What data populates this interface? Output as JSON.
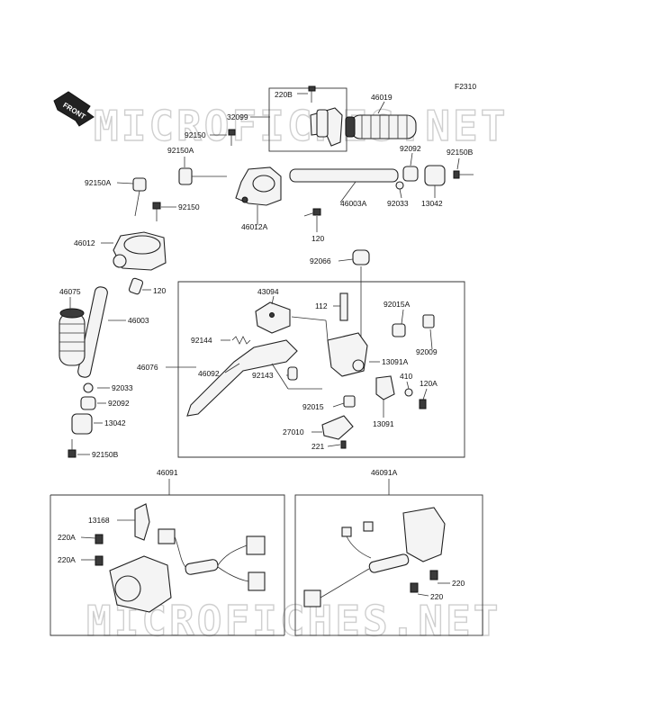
{
  "diagram_code": "F2310",
  "front_label": "FRONT",
  "watermark": "MICROFICHES.NET",
  "parts": {
    "p220B": "220B",
    "p46019": "46019",
    "p32099": "32099",
    "p92150_a": "92150",
    "p92150A_a": "92150A",
    "p92092_a": "92092",
    "p92150B_a": "92150B",
    "p92150A_b": "92150A",
    "p46003A": "46003A",
    "p92033_a": "92033",
    "p13042_a": "13042",
    "p92150_b": "92150",
    "p46012A": "46012A",
    "p120_a": "120",
    "p46012": "46012",
    "p92066": "92066",
    "p46075": "46075",
    "p120_b": "120",
    "p43094": "43094",
    "p112": "112",
    "p92015A": "92015A",
    "p46003": "46003",
    "p92144": "92144",
    "p92009": "92009",
    "p13091A": "13091A",
    "p46076": "46076",
    "p92092_b": "46092",
    "p92143": "92143",
    "p410": "410",
    "p120A": "120A",
    "p92033_b": "92033",
    "p92092_c": "92092",
    "p92015": "92015",
    "p13091": "13091",
    "p13042_b": "13042",
    "p27010": "27010",
    "p221": "221",
    "p92150B_b": "92150B",
    "p46091": "46091",
    "p46091A": "46091A",
    "p13168": "13168",
    "p220A_a": "220A",
    "p220A_b": "220A",
    "p220_a": "220",
    "p220_b": "220"
  }
}
